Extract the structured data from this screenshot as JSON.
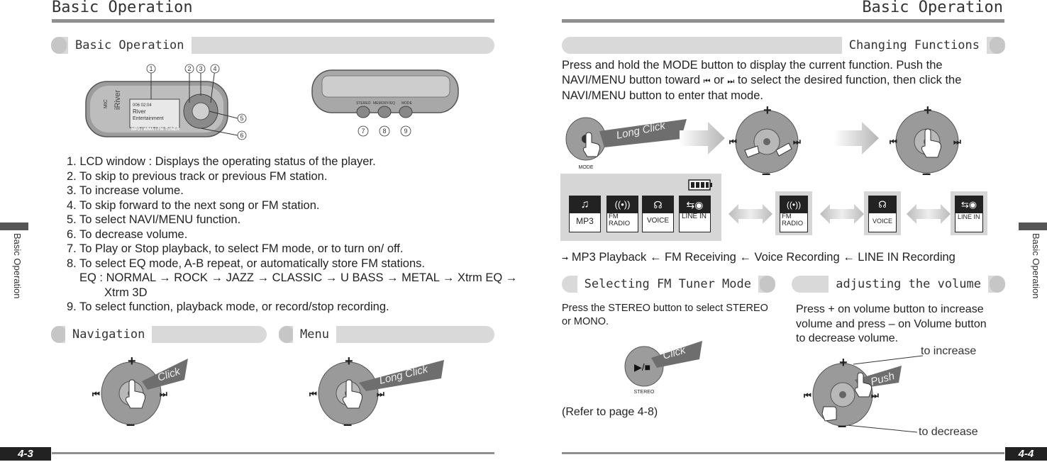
{
  "left_page": {
    "title": "Basic Operation",
    "section_basic": "Basic Operation",
    "callouts": [
      "1",
      "2",
      "3",
      "4",
      "5",
      "6"
    ],
    "device_screen": {
      "line1": "006   02:04",
      "line2": "River",
      "line3": "Entertainment",
      "footer": "MP3 / WMA / FM TUNER",
      "brand": "iRiver",
      "side_label": "MIC"
    },
    "top_buttons_label": [
      "STEREO",
      "MEMORY/EQ",
      "MODE"
    ],
    "top_callouts": [
      "7",
      "8",
      "9"
    ],
    "items": [
      "1. LCD window : Displays the operating status of the player.",
      "2. To skip to previous track or previous FM station.",
      "3. To increase volume.",
      "4. To skip forward to the next song or FM station.",
      "5. To select NAVI/MENU function.",
      "6. To decrease volume.",
      "7. To Play or Stop playback, to select FM mode, or to turn on/ off.",
      "8. To select EQ mode, A-B repeat, or automatically store FM stations."
    ],
    "eq_line1": "EQ : NORMAL  → ROCK  → JAZZ  → CLASSIC → U BASS  → METAL  → Xtrm EQ  →",
    "eq_line2": "Xtrm 3D",
    "item9": "9. To select function, playback mode, or record/stop recording.",
    "section_navigation": "Navigation",
    "section_menu": "Menu",
    "nav_click": "Click",
    "menu_click": "Long Click",
    "page_number": "4-3",
    "side_label": "Basic Operation"
  },
  "right_page": {
    "title": "Basic Operation",
    "section_changing": "Changing Functions",
    "para_line1": "Press and hold the MODE button to display the current function. Push the",
    "para_line2a": "NAVI/MENU button toward",
    "para_or": "or",
    "para_line2b": "to select the desired function, then click the",
    "para_line3": "NAVI/MENU button to enter that mode.",
    "long_click": "Long Click",
    "mode_label": "MODE",
    "functions": [
      "MP3",
      "FM RADIO",
      "VOICE",
      "LINE IN"
    ],
    "sequence": "MP3 Playback  ←  FM Receiving  ←  Voice Recording  ←  LINE IN Recording",
    "section_fm": "Selecting FM Tuner Mode",
    "fm_text_1": "Press the STEREO button to select STEREO",
    "fm_text_2": "or MONO.",
    "fm_click": "Click",
    "stereo_label": "STEREO",
    "refer": "(Refer to page 4-8)",
    "section_volume": "adjusting the volume",
    "vol_text_1": "Press + on volume button to increase",
    "vol_text_2": "volume and press – on Volume button",
    "vol_text_3": "to decrease volume.",
    "to_increase": "to increase",
    "to_decrease": "to decrease",
    "push": "Push",
    "page_number": "4-4",
    "side_label": "Basic Operation"
  },
  "colors": {
    "rule": "#8f8f8f",
    "pill": "#d9d9d9",
    "dark": "#222222",
    "dial": "#9a9a9a"
  },
  "icons": [
    "navi-dial-icon",
    "hand-pointer-icon",
    "arrow-right-icon",
    "battery-icon",
    "music-note-icon",
    "radio-tower-icon",
    "voice-icon",
    "line-in-icon"
  ]
}
